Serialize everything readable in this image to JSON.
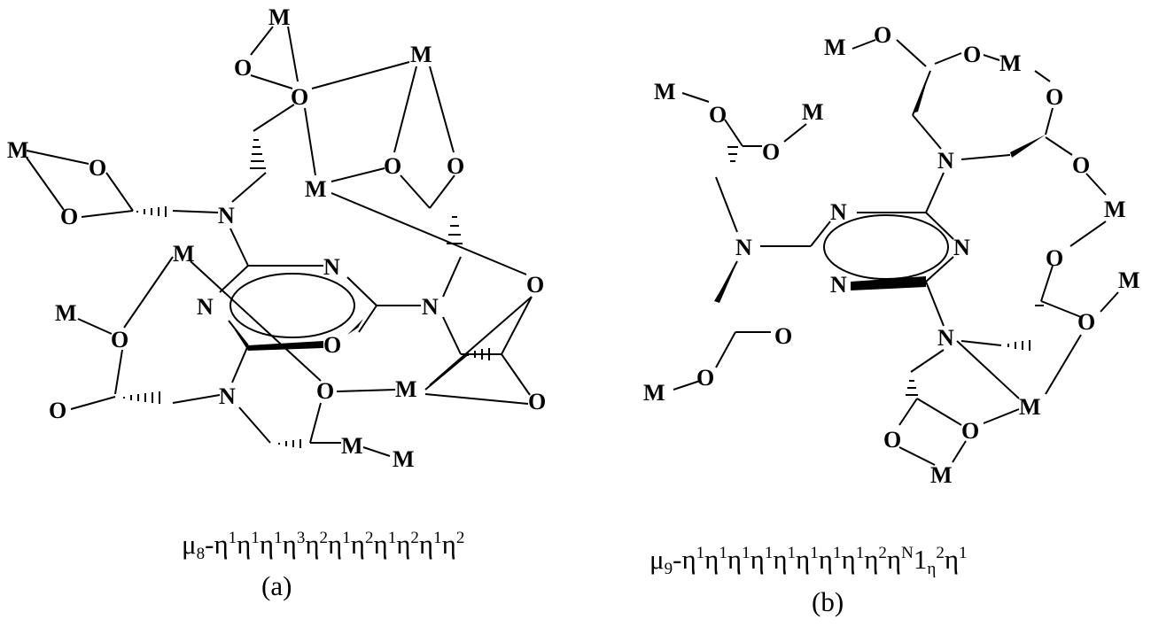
{
  "structures": [
    {
      "id": "a",
      "caption": {
        "mu": "μ",
        "mu_sub": "8",
        "sequence": [
          "-η",
          "1",
          "η",
          "1",
          "η",
          "1",
          "η",
          "3",
          "η",
          "2",
          "η",
          "1",
          "η",
          "2",
          "η",
          "1",
          "η",
          "2",
          "η",
          "1",
          "η",
          "2"
        ],
        "label": "(a)"
      },
      "atoms": [
        "M",
        "O",
        "M",
        "O",
        "O",
        "O",
        "M",
        "M",
        "O",
        "O",
        "N",
        "O",
        "M",
        "N",
        "N",
        "M",
        "O",
        "N",
        "O",
        "O",
        "N",
        "O",
        "M",
        "O",
        "M"
      ]
    },
    {
      "id": "b",
      "caption": {
        "mu": "μ",
        "mu_sub": "9",
        "sequence": [
          "-η",
          "1",
          "η",
          "1",
          "η",
          "1",
          "η",
          "1",
          "η",
          "1",
          "η",
          "1",
          "η",
          "1",
          "η",
          "1",
          "η",
          "2",
          "η",
          "N",
          "1",
          "η",
          "2",
          "η",
          "1"
        ],
        "label": "(b)"
      },
      "atoms": [
        "M",
        "O",
        "O",
        "M",
        "O",
        "M",
        "O",
        "M",
        "O",
        "N",
        "O",
        "N",
        "N",
        "M",
        "N",
        "N",
        "O",
        "O",
        "M",
        "O",
        "N",
        "O",
        "M",
        "M",
        "O",
        "O",
        "M"
      ]
    }
  ]
}
